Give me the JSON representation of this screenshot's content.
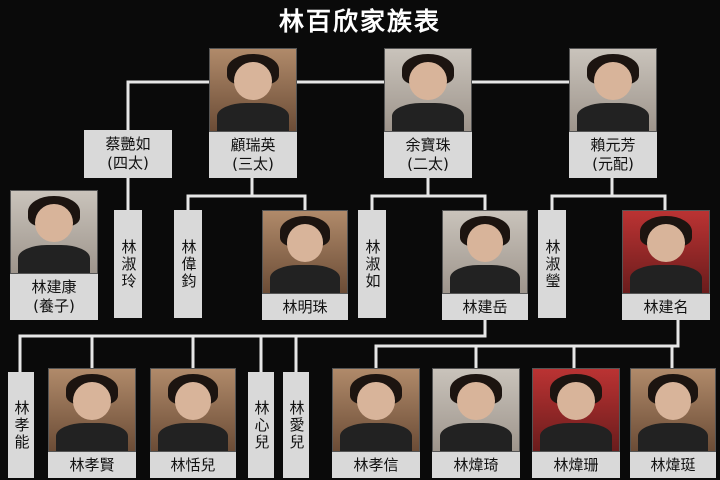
{
  "title": "林百欣家族表",
  "members": {
    "cai_yanru": [
      "蔡艷如",
      "(四太)"
    ],
    "gu_ruiying": [
      "顧瑞英",
      "(三太)"
    ],
    "yu_baozhu": [
      "余寶珠",
      "(二太)"
    ],
    "lai_yuanfang": [
      "賴元芳",
      "(元配)"
    ],
    "lin_jiankang": [
      "林建康",
      "(養子)"
    ],
    "lin_shuling": "林淑玲",
    "lin_weijun": "林偉鈞",
    "lin_mingzhu": "林明珠",
    "lin_shuru": "林淑如",
    "lin_jianyue": "林建岳",
    "lin_shuying": "林淑瑩",
    "lin_jianming": "林建名",
    "lin_xiaoneng": "林孝能",
    "lin_xiaoxian": "林孝賢",
    "lin_tianer": "林恬兒",
    "lin_xiner": "林心兒",
    "lin_aier": "林愛兒",
    "lin_xiaoxin": "林孝信",
    "lin_weiqi": "林煒琦",
    "lin_weishan": "林煒珊",
    "lin_weiting": "林煒珽"
  },
  "colors": {
    "background": "#0a0a0a",
    "label_bg": "#d9d9d9",
    "line": "#e6e6e6"
  }
}
